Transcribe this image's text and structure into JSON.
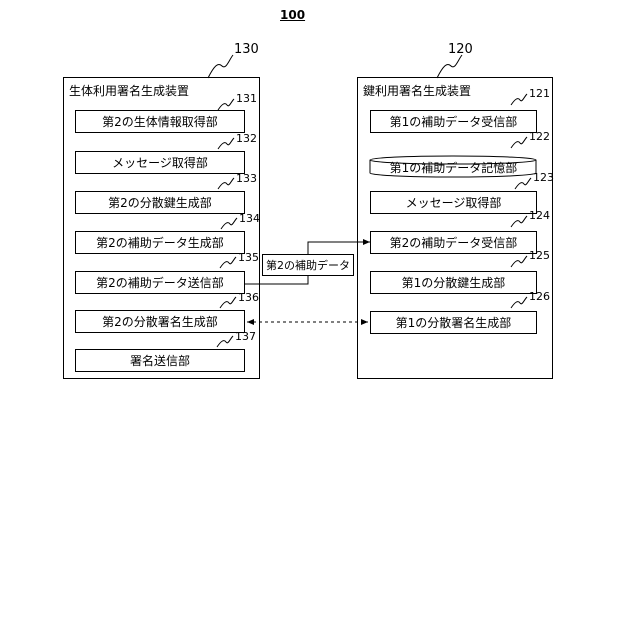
{
  "figure_number": "100",
  "left_device": {
    "ref": "130",
    "title": "生体利用署名生成装置",
    "units": [
      {
        "ref": "131",
        "label": "第2の生体情報取得部"
      },
      {
        "ref": "132",
        "label": "メッセージ取得部"
      },
      {
        "ref": "133",
        "label": "第2の分散鍵生成部"
      },
      {
        "ref": "134",
        "label": "第2の補助データ生成部"
      },
      {
        "ref": "135",
        "label": "第2の補助データ送信部"
      },
      {
        "ref": "136",
        "label": "第2の分散署名生成部"
      },
      {
        "ref": "137",
        "label": "署名送信部"
      }
    ]
  },
  "right_device": {
    "ref": "120",
    "title": "鍵利用署名生成装置",
    "units": [
      {
        "ref": "121",
        "label": "第1の補助データ受信部"
      },
      {
        "ref": "122",
        "label": "第1の補助データ記憶部"
      },
      {
        "ref": "123",
        "label": "メッセージ取得部"
      },
      {
        "ref": "124",
        "label": "第2の補助データ受信部"
      },
      {
        "ref": "125",
        "label": "第1の分散鍵生成部"
      },
      {
        "ref": "126",
        "label": "第1の分散署名生成部"
      }
    ]
  },
  "transfer_label": "第2の補助データ"
}
